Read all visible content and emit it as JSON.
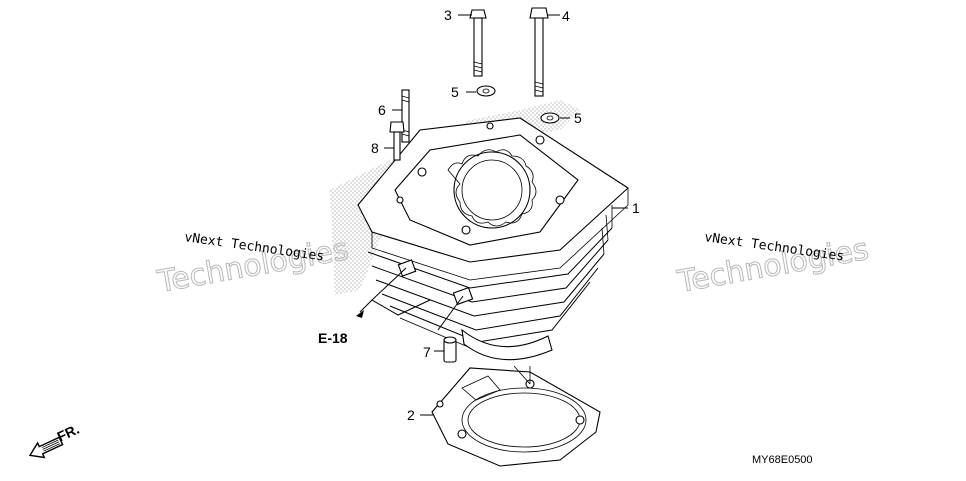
{
  "callouts": {
    "c1": "1",
    "c2": "2",
    "c3": "3",
    "c4": "4",
    "c5a": "5",
    "c5b": "5",
    "c6": "6",
    "c7": "7",
    "c8": "8"
  },
  "reference": "E-18",
  "front_marker": "FR.",
  "diagram_code": "MY68E0500",
  "watermark": {
    "line1": "vNext Technologies",
    "line2": "vNext Technologies",
    "big1": "Technologies",
    "big2": "Technologies"
  },
  "colors": {
    "ink": "#000000",
    "watermark_gray": "#b8b8b8",
    "stipple": "#c8c8c8"
  }
}
